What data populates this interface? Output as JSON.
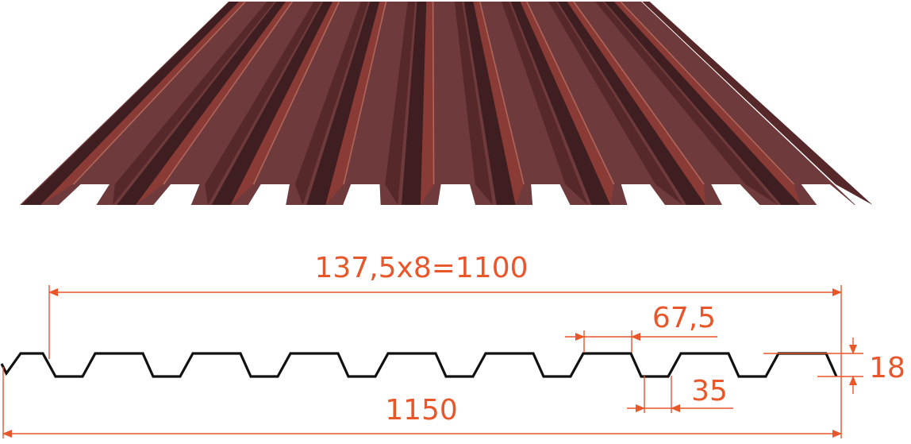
{
  "colors": {
    "dimension": "#E8562A",
    "profile": "#111111",
    "sheet_base": "#6E3A3C",
    "sheet_dark": "#3E1E20",
    "sheet_mid": "#56282A",
    "sheet_light": "#8A3B36",
    "sheet_highlight": "#B0665A"
  },
  "dimensions": {
    "total_pitch": "137,5x8=1100",
    "top_width": "67,5",
    "bottom_width": "35",
    "overall_width": "1150",
    "height": "18"
  },
  "sheet": {
    "rib_count": 8
  }
}
